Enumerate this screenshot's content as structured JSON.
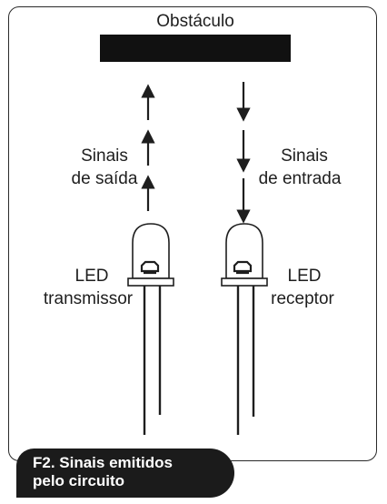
{
  "diagram": {
    "obstacle_label": "Obstáculo",
    "output_signals": [
      "Sinais",
      "de saída"
    ],
    "input_signals": [
      "Sinais",
      "de entrada"
    ],
    "transmitter_label": [
      "LED",
      "transmissor"
    ],
    "receiver_label": [
      "LED",
      "receptor"
    ]
  },
  "caption": {
    "line1": "F2. Sinais emitidos",
    "line2": "pelo circuito"
  },
  "colors": {
    "ink": "#1e1e1e",
    "obstacle": "#111111",
    "caption_bg": "#1b1b1b",
    "caption_text": "#ffffff"
  }
}
